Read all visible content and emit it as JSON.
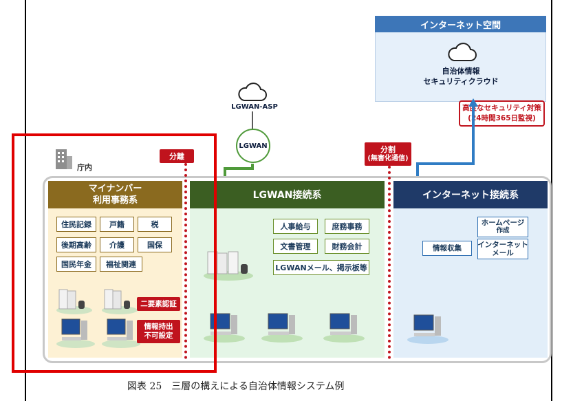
{
  "internet_space": {
    "title": "インターネット空間",
    "cloud_line1": "自治体情報",
    "cloud_line2": "セキュリティクラウド"
  },
  "security_note": {
    "line1": "高度なセキュリティ対策",
    "line2": "(24時間365日監視)"
  },
  "lgwan_asp_label": "LGWAN-ASP",
  "lgwan_hub_label": "LGWAN",
  "chonai_label": "庁内",
  "separation_label": "分離",
  "split_label": "分割",
  "split_sublabel": "(無害化通信)",
  "zones": {
    "mynumber": {
      "title_line1": "マイナンバー",
      "title_line2": "利用事務系",
      "chips": [
        "住民記録",
        "戸籍",
        "税",
        "後期高齢",
        "介護",
        "国保",
        "国民年金",
        "福祉関連"
      ],
      "tag_two_factor": "二要素認証",
      "tag_info_line1": "情報持出",
      "tag_info_line2": "不可設定"
    },
    "lgwan": {
      "title": "LGWAN接続系",
      "chips": [
        "人事給与",
        "庶務事務",
        "文書管理",
        "財務会計",
        "LGWANメール、掲示板等"
      ]
    },
    "internet": {
      "title": "インターネット接続系",
      "chip_homepage_line1": "ホームページ",
      "chip_homepage_line2": "作成",
      "chip_collect": "情報収集",
      "chip_mail_line1": "インターネット",
      "chip_mail_line2": "メール"
    }
  },
  "caption": "図表 25　三層の構えによる自治体情報システム例",
  "colors": {
    "mynumber_header": "#8a6a1f",
    "mynumber_bg": "#fdf1d4",
    "lgwan_header": "#3b5e22",
    "lgwan_bg": "#e4f5e6",
    "internet_header": "#1f3a68",
    "internet_bg": "#e2eef9",
    "internet_space_header": "#3d76b8",
    "red": "#c0131d",
    "highlight": "#e00000"
  }
}
